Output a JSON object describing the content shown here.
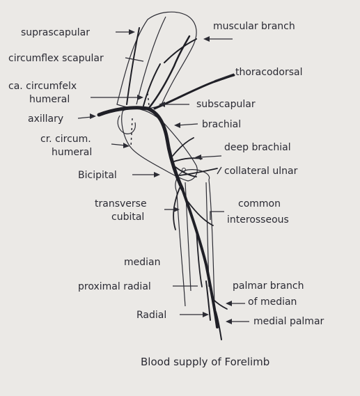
{
  "caption": "Blood supply of Forelimb",
  "labels": {
    "suprascapular": "suprascapular",
    "circumflex_scapular": "circumflex scapular",
    "ca_circumfelx_1": "ca. circumfelx",
    "ca_circumfelx_2": "humeral",
    "axillary": "axillary",
    "cr_circum_1": "cr. circum.",
    "cr_circum_2": "humeral",
    "bicipital": "Bicipital",
    "transverse_1": "transverse",
    "transverse_2": "cubital",
    "median": "median",
    "proximal_radial": "proximal radial",
    "radial": "Radial",
    "muscular_branch": "muscular branch",
    "thoracodorsal": "thoracodorsal",
    "subscapular": "subscapular",
    "brachial": "brachial",
    "deep_brachial": "deep brachial",
    "collateral_ulnar": "collateral ulnar",
    "common_1": "common",
    "common_2": "interosseous",
    "palmar_branch_1": "palmar branch",
    "palmar_branch_2": "of median",
    "medial_palmar": "medial palmar"
  },
  "colors": {
    "paper": "#ebe9e6",
    "ink": "#2a2a33"
  }
}
